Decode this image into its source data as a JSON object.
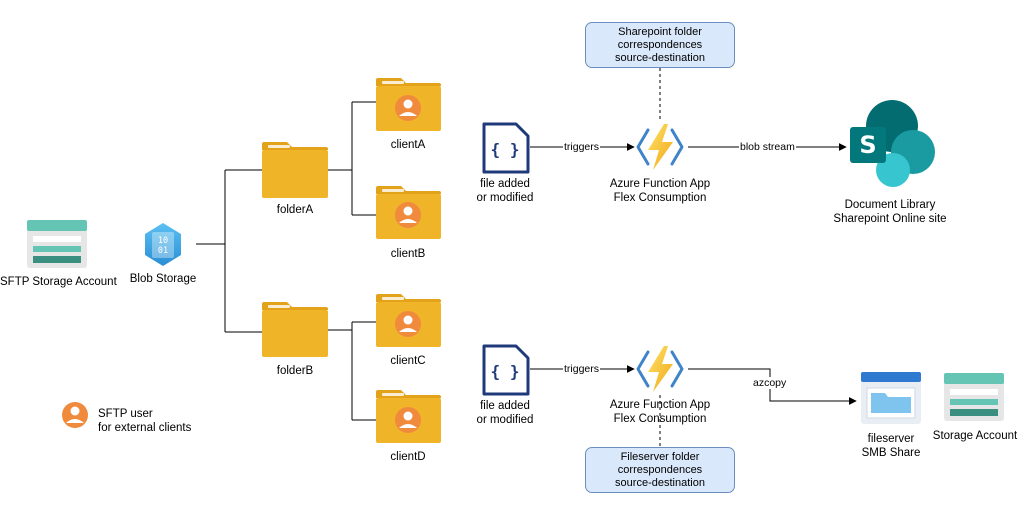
{
  "nodes": {
    "sftp_storage": "SFTP Storage Account",
    "blob_storage": "Blob Storage",
    "folder_a": "folderA",
    "folder_b": "folderB",
    "client_a": "clientA",
    "client_b": "clientB",
    "client_c": "clientC",
    "client_d": "clientD",
    "file_top": [
      "file added",
      "or modified"
    ],
    "file_bottom": [
      "file added",
      "or modified"
    ],
    "func_top": [
      "Azure Function App",
      "Flex Consumption"
    ],
    "func_bottom": [
      "Azure Function App",
      "Flex Consumption"
    ],
    "sharepoint": [
      "Document Library",
      "Sharepoint Online site"
    ],
    "fileserver": [
      "fileserver",
      "SMB Share"
    ],
    "storage_account": "Storage Account"
  },
  "notes": {
    "top": [
      "Sharepoint folder",
      "correspondences",
      "source-destination"
    ],
    "bottom": [
      "Fileserver folder",
      "correspondences",
      "source-destination"
    ]
  },
  "edges": {
    "triggers_top": "triggers",
    "blob_stream": "blob stream",
    "triggers_bottom": "triggers",
    "azcopy": "azcopy"
  },
  "legend": {
    "text": [
      "SFTP user",
      "for external clients"
    ]
  },
  "icons": {
    "blob_glyph": [
      "10",
      "01"
    ],
    "code_glyph": "{ }",
    "sharepoint_letter": "S"
  },
  "colors": {
    "folder": "#f0b429",
    "folder_dark": "#e2a21a",
    "user": "#f08a3c",
    "blob": "#3fa9e8",
    "teal": "#64c5b5",
    "navy": "#1f3a7a",
    "function": "#f8c52a",
    "sharepoint": "#1e7a74",
    "note_fill": "#dae8fc",
    "note_stroke": "#6c8ebf"
  }
}
